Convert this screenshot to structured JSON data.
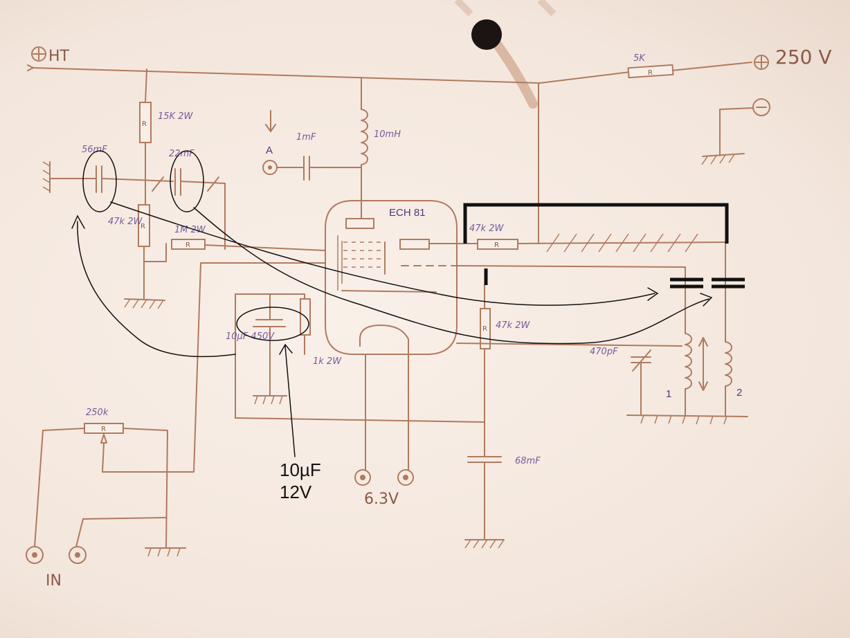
{
  "supply": {
    "ht_label": "HT",
    "plus_label": "250 V",
    "minus_symbol": "−",
    "plus_symbol": "+"
  },
  "resistors": {
    "r5k": "5K",
    "r15k": "15K 2W",
    "r47k_grid": "47k 2W",
    "r1m": "1M 2W",
    "r47k_anode": "47k 2W",
    "r47k_screen": "47k 2W",
    "r1k": "1k 2W",
    "pot": "250k",
    "r_mark": "R"
  },
  "capacitors": {
    "c56": "56mF",
    "c22": "22mF",
    "c1m": "1mF",
    "c10": "10µF 450V",
    "c68": "68mF",
    "c470": "470pF"
  },
  "inductors": {
    "l10": "10mH",
    "coil1": "1",
    "coil2": "2"
  },
  "tube": {
    "name": "ECH 81"
  },
  "terminals": {
    "a": "A",
    "in": "IN",
    "heater": "6.3V"
  },
  "annotation": {
    "line1": "10µF",
    "line2": "12V"
  },
  "colors": {
    "paper": "#f6ece4",
    "pencil": "#b07a5e",
    "label_ink": "#4a3a7a",
    "annotation": "#111111"
  }
}
